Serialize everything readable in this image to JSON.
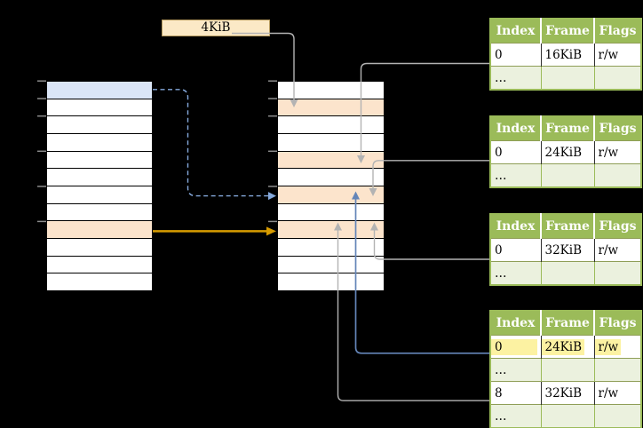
{
  "diagram": {
    "page_size_label": "4KiB",
    "background": "#000000"
  },
  "page_tables": {
    "headers": [
      "Index",
      "Frame",
      "Flags"
    ],
    "tables": [
      {
        "name": "page-table-16kib",
        "rows": [
          {
            "index": "0",
            "frame": "16KiB",
            "flags": "r/w"
          },
          {
            "index": "…",
            "frame": "",
            "flags": ""
          }
        ]
      },
      {
        "name": "page-table-24kib",
        "rows": [
          {
            "index": "0",
            "frame": "24KiB",
            "flags": "r/w"
          },
          {
            "index": "…",
            "frame": "",
            "flags": ""
          }
        ]
      },
      {
        "name": "page-table-32kib",
        "rows": [
          {
            "index": "0",
            "frame": "32KiB",
            "flags": "r/w"
          },
          {
            "index": "…",
            "frame": "",
            "flags": ""
          }
        ]
      },
      {
        "name": "page-table-mixed",
        "rows": [
          {
            "index": "0",
            "frame": "24KiB",
            "flags": "r/w",
            "highlighted": true
          },
          {
            "index": "…",
            "frame": "",
            "flags": ""
          },
          {
            "index": "8",
            "frame": "32KiB",
            "flags": "r/w"
          },
          {
            "index": "…",
            "frame": "",
            "flags": ""
          }
        ]
      }
    ]
  },
  "memory_columns": {
    "virtual": {
      "rows": 12,
      "blue_rows": [
        0
      ],
      "orange_rows": [
        8
      ],
      "tick_rows": [
        0,
        1,
        2,
        4,
        6,
        8
      ]
    },
    "physical": {
      "rows": 12,
      "blue_rows": [],
      "orange_rows": [
        1,
        4,
        6,
        8
      ],
      "tick_rows": [
        0,
        1,
        2,
        4,
        6,
        8
      ]
    }
  },
  "colors": {
    "table_header_green": "#9bbb59",
    "table_row_light_green": "#ebf1de",
    "frame_orange_fill": "#fce4cc",
    "page_blue_fill": "#dbe6f7",
    "label_box_fill": "#fbe9c6",
    "label_box_border": "#b59a5f",
    "highlight_yellow": "#fcf2a2",
    "arrow_gray": "#b3b3b3",
    "arrow_blue": "#6485b8",
    "arrow_dashed_blue": "#85a9dc",
    "arrow_orange": "#d79b00",
    "tick_gray": "#8c8c8c"
  }
}
